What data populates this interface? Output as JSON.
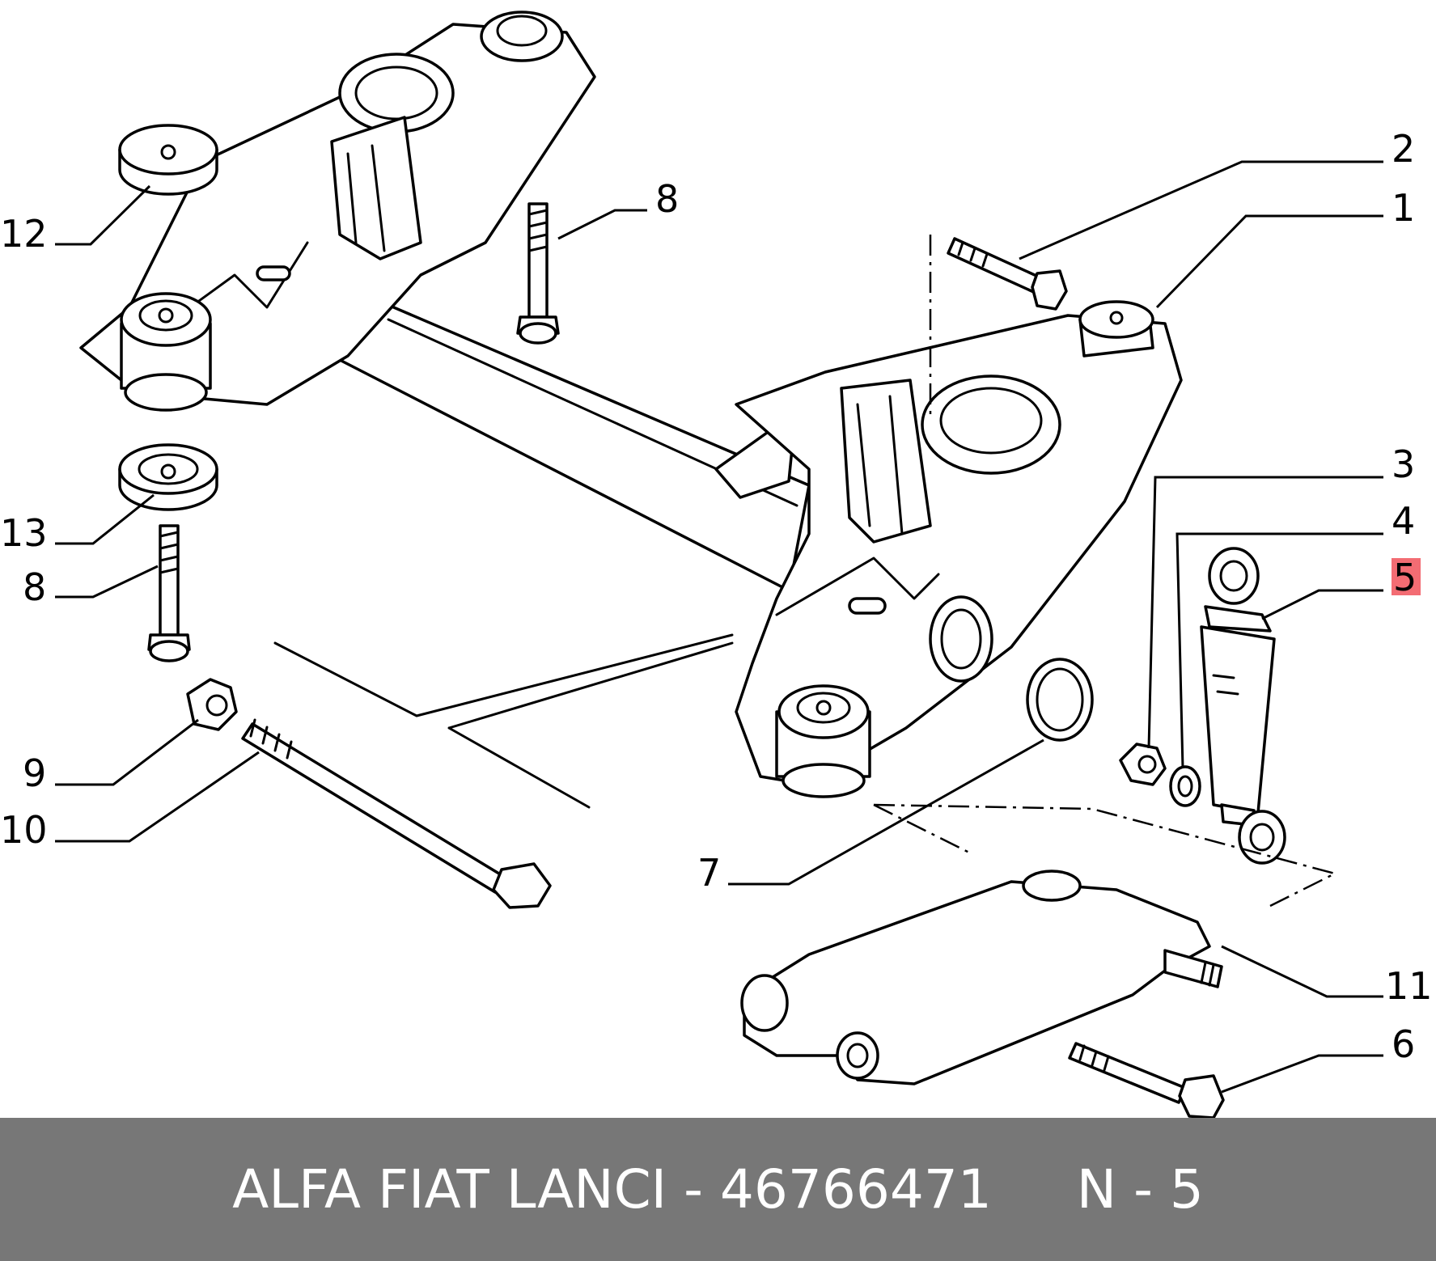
{
  "diagram": {
    "callouts": {
      "c1": "1",
      "c2": "2",
      "c3": "3",
      "c4": "4",
      "c5": "5",
      "c6": "6",
      "c7": "7",
      "c8a": "8",
      "c8b": "8",
      "c9": "9",
      "c10": "10",
      "c11": "11",
      "c12": "12",
      "c13": "13"
    },
    "highlight_color": "#f36c73"
  },
  "footer": {
    "text": "ALFA FIAT LANCI - 46766471     N - 5",
    "background": "#777777"
  }
}
